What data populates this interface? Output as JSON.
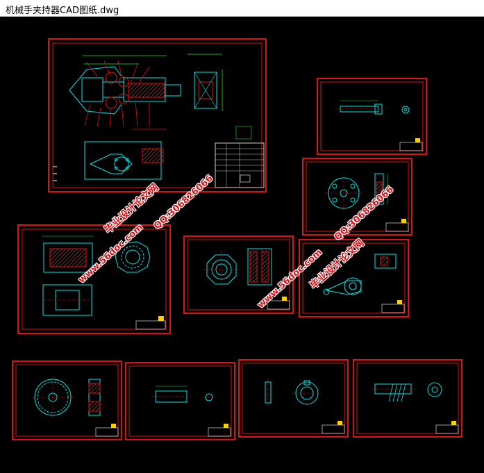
{
  "window": {
    "title": "机械手夹持器CAD图纸.dwg"
  },
  "watermarks": {
    "site": "www.56doc.com",
    "brand": "毕业设计论文网",
    "qq": "QQ:306826066"
  },
  "colors": {
    "background": "#000000",
    "frame": "#e01010",
    "geometry": "#00e5e5",
    "dimension": "#22dd22",
    "annotation": "#ffffff",
    "hatch": "#e0c000",
    "watermark": "#d8151b"
  }
}
